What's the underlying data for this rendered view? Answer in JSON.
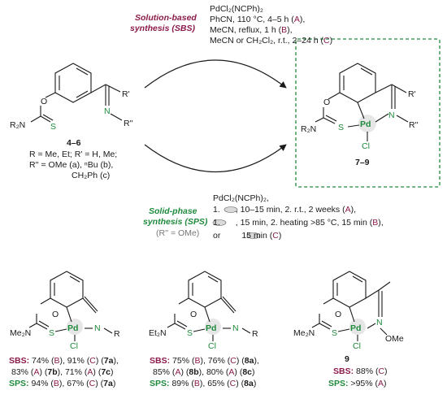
{
  "colors": {
    "sbs": "#8b1a4a",
    "sps": "#1e8a3c",
    "bond": "#1a1a1a",
    "heteroatom_green": "#1e8a3c",
    "pd_halo": "#e6e6e6"
  },
  "sbs": {
    "heading_line1": "Solution-based",
    "heading_line2": "synthesis (SBS)",
    "reagent": "PdCl₂(NCPh)₂",
    "cond_a": "PhCN, 110 °C, 4–5 h (",
    "cond_b": "MeCN, reflux, 1 h (",
    "cond_c": "MeCN or CH₂Cl₂, r.t., 2–24 h (",
    "tag_a": "A",
    "tag_b": "B",
    "tag_c": "C"
  },
  "sps": {
    "heading_line1": "Solid-phase",
    "heading_line2": "synthesis (SPS)",
    "note": "(R'' = OMe)",
    "reagent": "PdCl₂(NCPh)₂,",
    "step_a": ", 10–15 min, 2. r.t., 2 weeks (",
    "step_b": ", 15 min, 2. heating >85 °C, 15 min (",
    "step_c": "15 min (",
    "prefix_1": "1.",
    "prefix_or": "or",
    "tag_a": "A",
    "tag_b": "B",
    "tag_c": "C",
    "grinding_icon": "mortar-pestle-icon"
  },
  "starting_material": {
    "label": "4–6",
    "r_def": "R = Me, Et; R' = H, Me;",
    "r2_def": "R'' = OMe (a), ⁿBu (b),",
    "r2_def_2": "CH₂Ph (c)",
    "atoms": {
      "o": "O",
      "s": "S",
      "n": "N",
      "r2n": "R₂N",
      "r1": "R'",
      "r2": "R''"
    }
  },
  "product": {
    "label": "7–9",
    "atoms": {
      "o": "O",
      "s": "S",
      "n": "N",
      "pd": "Pd",
      "cl": "Cl",
      "r2n": "R₂N",
      "r1": "R'",
      "r2": "R''"
    }
  },
  "examples": [
    {
      "amine": "Me₂N",
      "r_label": "R",
      "line1": {
        "p1": "74% (",
        "t1": "B",
        "p2": "), 91% (",
        "t2": "C",
        "p3": ") (",
        "cmp": "7a",
        "p4": "),"
      },
      "line2": {
        "p1": "83% (",
        "t1": "A",
        "p2": ") (",
        "cmp1": "7b",
        "p3": "), 71% (",
        "t2": "A",
        "p4": ") (",
        "cmp2": "7c",
        "p5": ")"
      },
      "line3": {
        "p1": "94% (",
        "t1": "B",
        "p2": "), 67% (",
        "t2": "C",
        "p3": ") (",
        "cmp": "7a",
        "p4": ")"
      }
    },
    {
      "amine": "Et₂N",
      "r_label": "R",
      "line1": {
        "p1": "75% (",
        "t1": "B",
        "p2": "), 76% (",
        "t2": "C",
        "p3": ") (",
        "cmp": "8a",
        "p4": "),"
      },
      "line2": {
        "p1": "85% (",
        "t1": "A",
        "p2": ") (",
        "cmp1": "8b",
        "p3": "), 80% (",
        "t2": "A",
        "p4": ") (",
        "cmp2": "8c",
        "p5": ")"
      },
      "line3": {
        "p1": "89% (",
        "t1": "B",
        "p2": "), 65% (",
        "t2": "C",
        "p3": ") (",
        "cmp": "8a",
        "p4": ")"
      }
    },
    {
      "amine": "Me₂N",
      "label": "9",
      "n_sub": "OMe",
      "sbs_val": " 88% (",
      "sbs_tag": "C",
      "sps_val": " >95% (",
      "sps_tag": "A"
    }
  ],
  "labels": {
    "sbs": "SBS:",
    "sps": "SPS:",
    "close": ")",
    "comma": "),"
  }
}
